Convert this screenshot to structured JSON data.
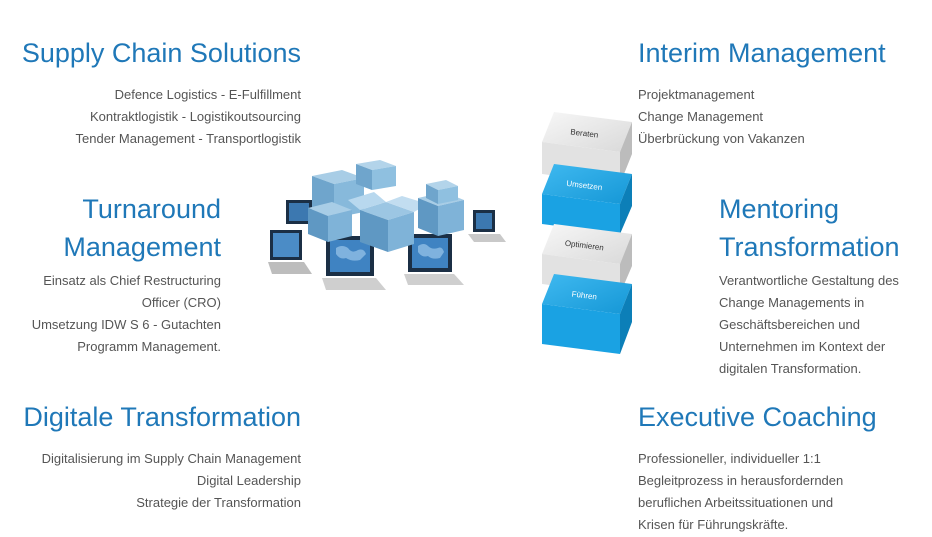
{
  "sections": {
    "supply_chain": {
      "title": "Supply Chain Solutions",
      "lines": [
        "Defence Logistics - E-Fulfillment",
        "Kontraktlogistik - Logistikoutsourcing",
        "Tender Management - Transportlogistik"
      ]
    },
    "interim": {
      "title": "Interim Management",
      "lines": [
        "Projektmanagement",
        "Change Management",
        "Überbrückung von Vakanzen"
      ]
    },
    "turnaround": {
      "title_lines": [
        "Turnaround",
        "Management"
      ],
      "lines": [
        "Einsatz als Chief Restructuring",
        "Officer (CRO)",
        "Umsetzung IDW S 6 - Gutachten",
        "Programm Management."
      ]
    },
    "mentoring": {
      "title_lines": [
        "Mentoring",
        "Transformation"
      ],
      "lines": [
        "Verantwortliche Gestaltung des",
        "Change Managements in",
        "Geschäftsbereichen und",
        "Unternehmen im Kontext der",
        "digitalen Transformation."
      ]
    },
    "digital": {
      "title": "Digitale Transformation",
      "lines": [
        "Digitalisierung im Supply Chain Management",
        "Digital Leadership",
        "Strategie der Transformation"
      ]
    },
    "coaching": {
      "title": "Executive Coaching",
      "lines": [
        "Professioneller, individueller 1:1",
        "Begleitprozess in herausfordernden",
        "beruflichen Arbeitssituationen und",
        "Krisen für Führungskräfte."
      ]
    }
  },
  "cubes": [
    "Beraten",
    "Umsetzen",
    "Optimieren",
    "Führen"
  ],
  "colors": {
    "accent": "#1f78b8",
    "text": "#555555",
    "cube_blue": "#1fa3e0",
    "cube_gray": "#e6e6e6"
  }
}
